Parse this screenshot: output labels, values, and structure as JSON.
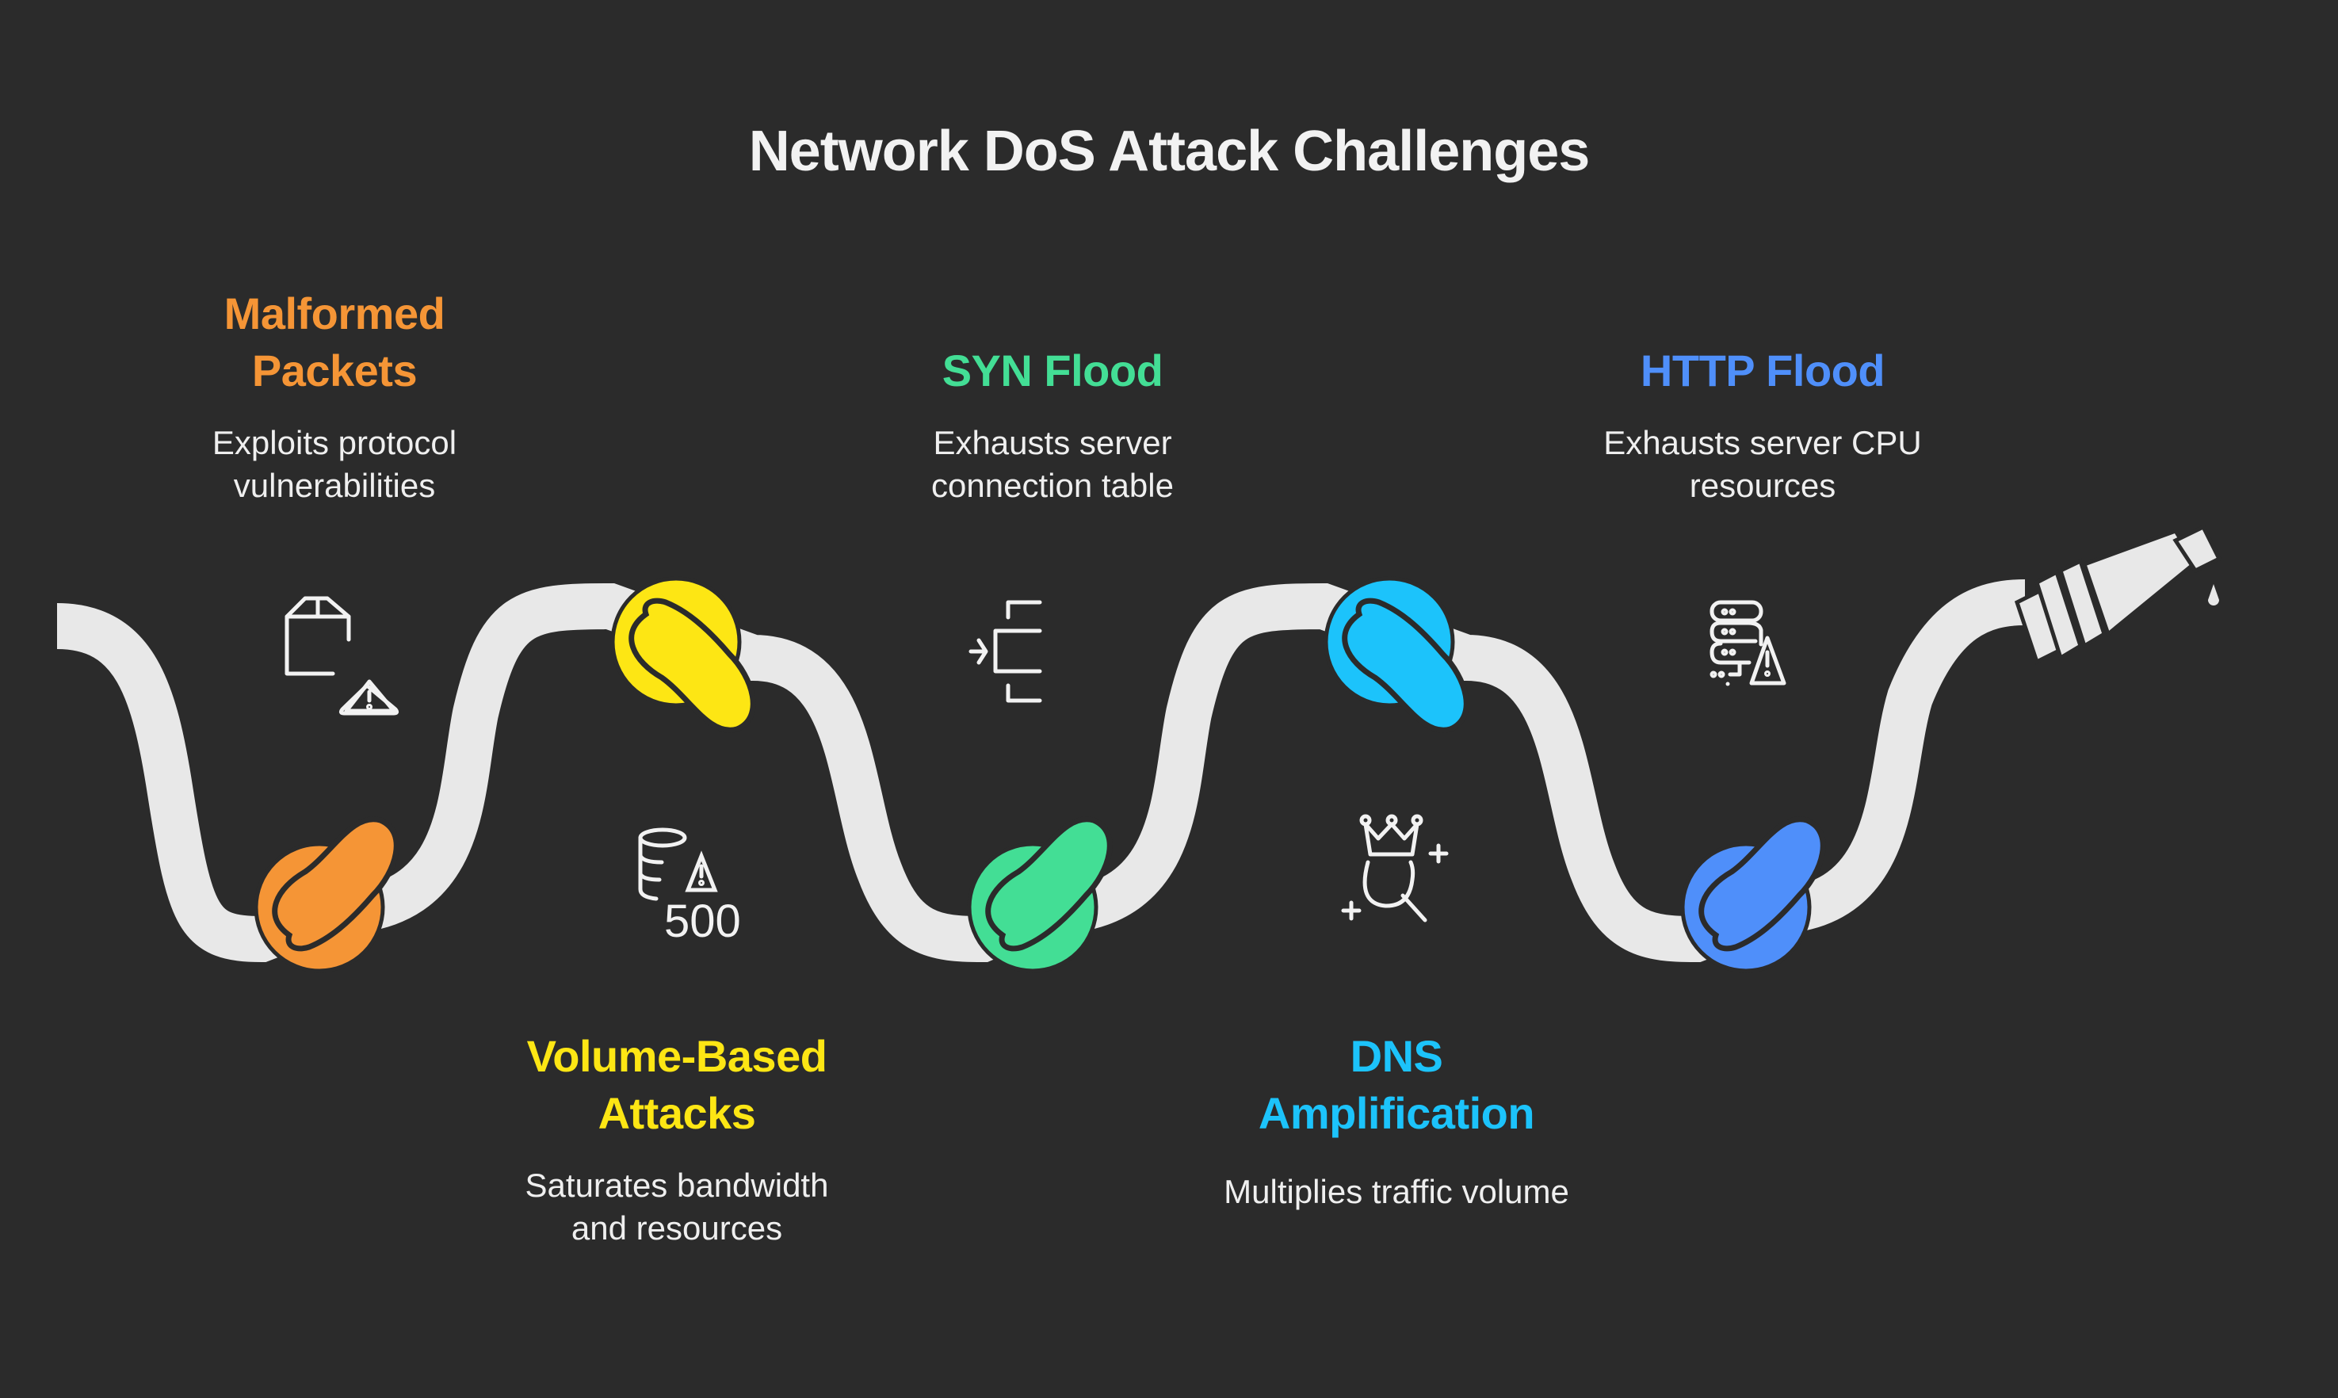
{
  "title": "Network DoS Attack Challenges",
  "colors": {
    "background": "#2b2b2b",
    "hose": "#e8e8e8",
    "text": "#efefef"
  },
  "stages": [
    {
      "id": "malformed-packets",
      "title_line1": "Malformed",
      "title_line2": "Packets",
      "description_line1": "Exploits protocol",
      "description_line2": "vulnerabilities",
      "color": "#f59536",
      "icon": "box-warning-icon",
      "position": "top"
    },
    {
      "id": "volume-based-attacks",
      "title_line1": "Volume-Based",
      "title_line2": "Attacks",
      "description_line1": "Saturates bandwidth",
      "description_line2": "and resources",
      "color": "#fde614",
      "icon": "database-warning-500-icon",
      "icon_text": "500",
      "position": "bottom"
    },
    {
      "id": "syn-flood",
      "title_line1": "SYN Flood",
      "title_line2": "",
      "description_line1": "Exhausts server",
      "description_line2": "connection table",
      "color": "#43de95",
      "icon": "table-insert-icon",
      "position": "top"
    },
    {
      "id": "dns-amplification",
      "title_line1": "DNS",
      "title_line2": "Amplification",
      "description_line1": "Multiplies traffic volume",
      "description_line2": "",
      "color": "#1cc3fb",
      "icon": "crown-search-icon",
      "position": "bottom"
    },
    {
      "id": "http-flood",
      "title_line1": "HTTP Flood",
      "title_line2": "",
      "description_line1": "Exhausts server CPU",
      "description_line2": "resources",
      "color": "#4f8ffa",
      "icon": "server-warning-icon",
      "position": "top"
    }
  ]
}
